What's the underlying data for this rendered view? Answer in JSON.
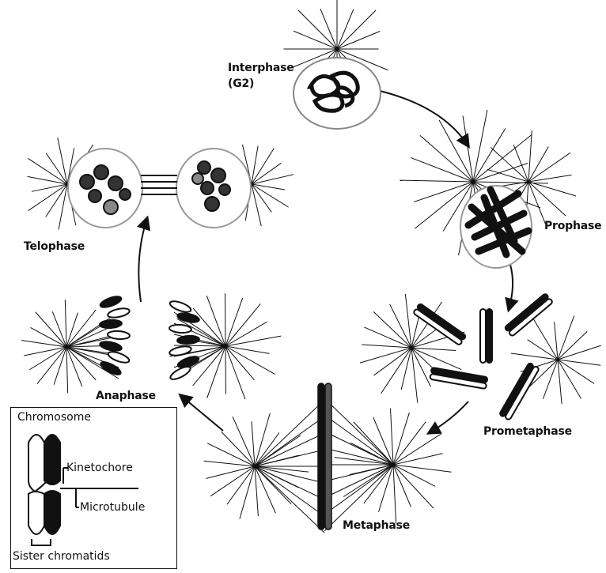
{
  "labels": {
    "interphase": "Interphase",
    "interphase_sub": "(G2)",
    "prophase": "Prophase",
    "prometaphase": "Prometaphase",
    "metaphase": "Metaphase",
    "anaphase": "Anaphase",
    "telophase": "Telophase"
  },
  "legend": {
    "title": "Chromosome",
    "kinetochore": "Kinetochore",
    "microtubule": "Microtubule",
    "sister_chromatids": "Sister chromatids"
  },
  "colors": {
    "ink": "#111111",
    "paper": "#ffffff",
    "gray": "#9a9a9a"
  }
}
